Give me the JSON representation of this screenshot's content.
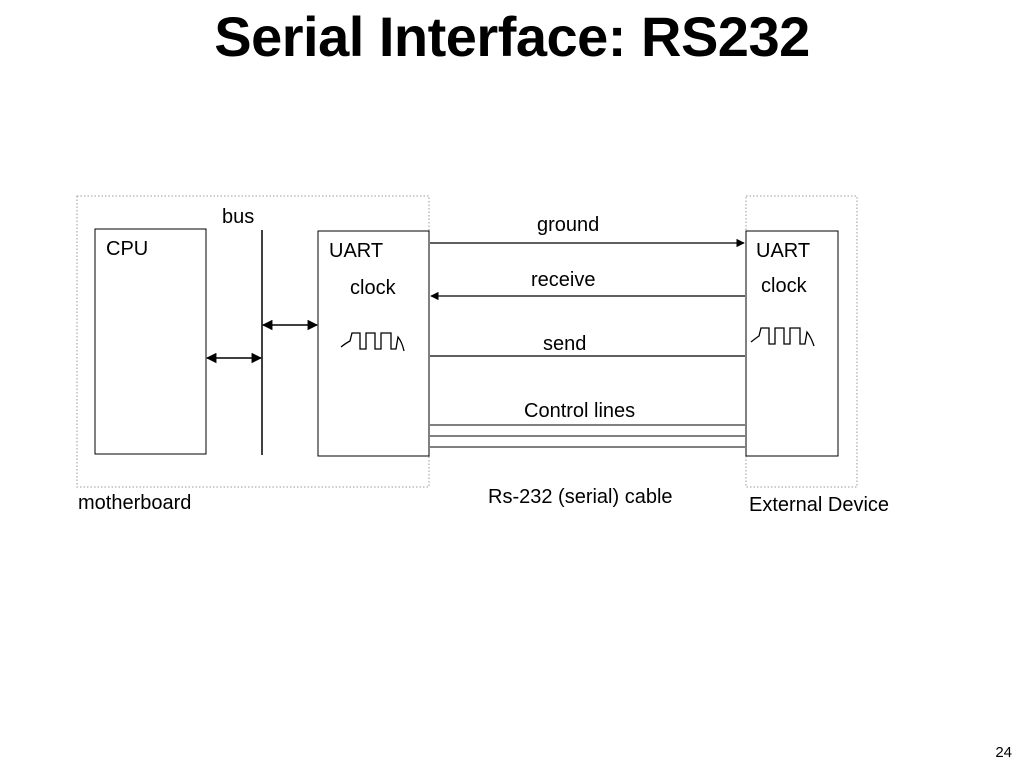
{
  "slide": {
    "title": "Serial Interface: RS232",
    "page_number": "24"
  },
  "diagram": {
    "motherboard": {
      "label": "motherboard",
      "cpu_label": "CPU",
      "bus_label": "bus",
      "uart_label": "UART",
      "clock_label": "clock"
    },
    "external_device": {
      "label": "External Device",
      "uart_label": "UART",
      "clock_label": "clock"
    },
    "cable": {
      "label": "Rs-232 (serial) cable",
      "lines": {
        "ground": "ground",
        "receive": "receive",
        "send": "send",
        "control": "Control lines"
      }
    }
  }
}
